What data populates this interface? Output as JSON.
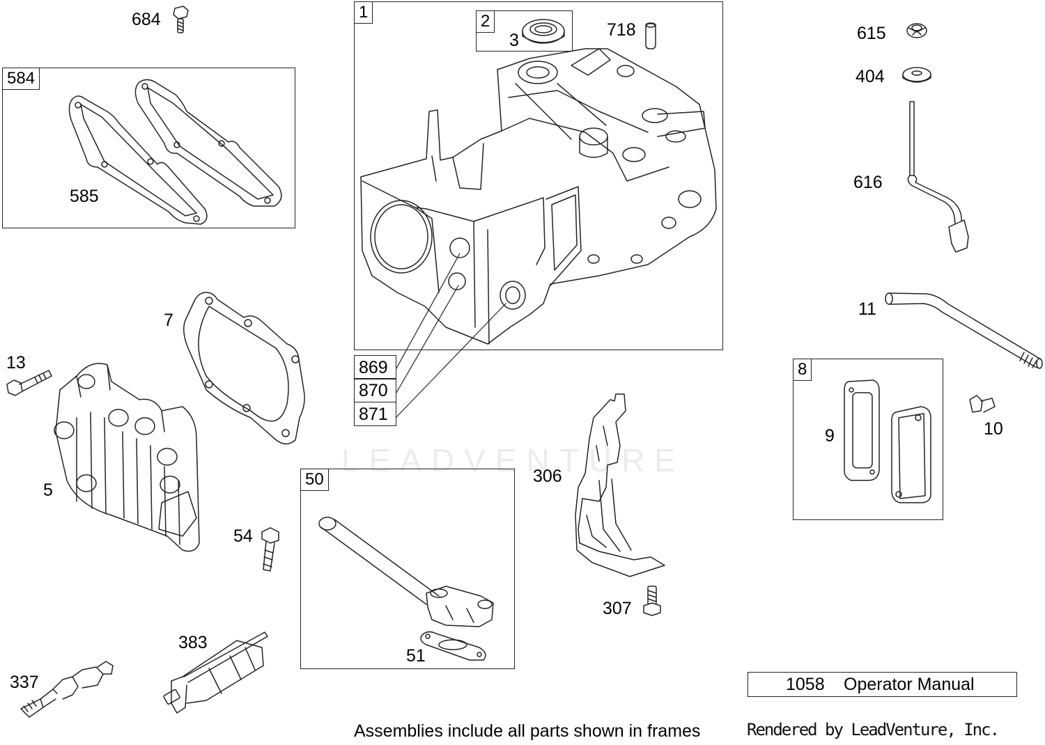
{
  "diagram": {
    "watermark": "LEADVENTURE",
    "footer_note": "Assemblies include all parts shown in frames",
    "credit": "Rendered by LeadVenture, Inc.",
    "manual": {
      "number": "1058",
      "label": "Operator Manual"
    },
    "frames": {
      "crankcase": "1",
      "seal_kit": "2",
      "gasket_set_valve": "584",
      "tube_assembly": "50",
      "cover_kit": "8"
    },
    "callout_stack": [
      "869",
      "870",
      "871"
    ],
    "labels": {
      "p684": "684",
      "p585": "585",
      "p3": "3",
      "p718": "718",
      "p615": "615",
      "p404": "404",
      "p616": "616",
      "p11": "11",
      "p7": "7",
      "p13": "13",
      "p5": "5",
      "p54": "54",
      "p9": "9",
      "p10": "10",
      "p306": "306",
      "p307": "307",
      "p51": "51",
      "p383": "383",
      "p337": "337"
    }
  }
}
